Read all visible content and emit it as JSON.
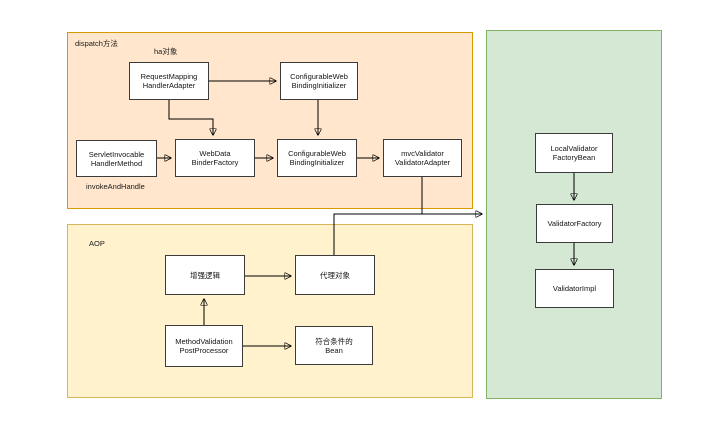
{
  "diagram": {
    "type": "flowchart",
    "background": "#ffffff"
  },
  "regions": {
    "dispatch": {
      "label": "dispatch方法",
      "fill": "#ffe6cc",
      "border": "#d79b00"
    },
    "aop": {
      "label": "AOP",
      "fill": "#fff2cc",
      "border": "#d6b656"
    },
    "validator": {
      "label": "",
      "fill": "#d5e8d4",
      "border": "#82b366"
    }
  },
  "annotations": {
    "ha_object": "ha对象",
    "invoke_and_handle": "invokeAndHandle"
  },
  "nodes": {
    "request_mapping_handler_adapter": "RequestMapping\nHandlerAdapter",
    "configurable_web_binding_initializer_top": "ConfigurableWeb\nBindingInitializer",
    "servlet_invocable_handler_method": "ServletInvocable\nHandlerMethod",
    "web_data_binder_factory": "WebData\nBinderFactory",
    "configurable_web_binding_initializer_mid": "ConfigurableWeb\nBindingInitializer",
    "mvc_validator_validator_adapter": "mvcValidator\nValidatorAdapter",
    "enhance_logic": "增强逻辑",
    "proxy_object": "代理对象",
    "method_validation_post_processor": "MethodValidation\nPostProcessor",
    "qualified_bean": "符合条件的\nBean",
    "local_validator_factory_bean": "LocalValidator\nFactoryBean",
    "validator_factory": "ValidatorFactory",
    "validator_impl": "ValidatorImpl"
  },
  "edge_color": "#000000",
  "node_border_color": "#3b3b3b"
}
